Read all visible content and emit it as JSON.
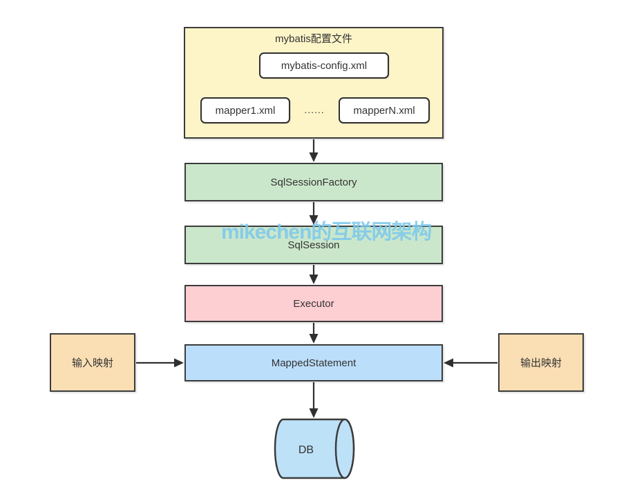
{
  "watermark": {
    "text": "mikechen的互联网架构",
    "color": "#7cc8ec"
  },
  "config_group": {
    "title": "mybatis配置文件",
    "config_file": "mybatis-config.xml",
    "mapper_first": "mapper1.xml",
    "ellipsis": "......",
    "mapper_last": "mapperN.xml"
  },
  "flow": {
    "factory": "SqlSessionFactory",
    "session": "SqlSession",
    "executor": "Executor",
    "mapped_statement": "MappedStatement",
    "database": "DB"
  },
  "side": {
    "input": "输入映射",
    "output": "输出映射"
  },
  "colors": {
    "config_bg": "#fdf5c8",
    "session_bg": "#cbe7cb",
    "executor_bg": "#fdcfd3",
    "mapped_bg": "#bbdefb",
    "mapping_bg": "#fbdfb4",
    "db_bg": "#bde1f7",
    "border": "#3b3b3b",
    "watermark": "#7cc8ec"
  }
}
